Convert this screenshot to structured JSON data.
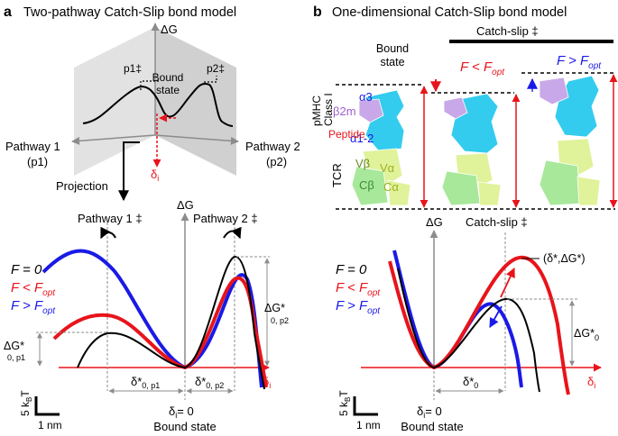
{
  "panel_a": {
    "letter": "a",
    "title": "Two-pathway Catch-Slip bond model",
    "energy_axis": "ΔG",
    "p1_label": "p1‡",
    "p2_label": "p2‡",
    "bound_state_line1": "Bound",
    "bound_state_line2": "state",
    "pathway1_line1": "Pathway 1",
    "pathway1_line2": "(p1)",
    "pathway2_line1": "Pathway 2",
    "pathway2_line2": "(p2)",
    "delta_label": "δ",
    "delta_sub": "i",
    "projection_label": "Projection",
    "pathway1_ts": "Pathway 1 ‡",
    "pathway2_ts": "Pathway 2 ‡",
    "dG_axis": "ΔG",
    "legend": [
      {
        "text": "F = 0",
        "color": "#000000"
      },
      {
        "text": "F < F",
        "sub": "opt",
        "color": "#e8141b"
      },
      {
        "text": "F > F",
        "sub": "opt",
        "color": "#1a1ae6"
      }
    ],
    "dG_p1": "ΔG*",
    "dG_p1_sub": "0, p1",
    "dG_p2": "ΔG*",
    "dG_p2_sub": "0, p2",
    "delta_p1": "δ*",
    "delta_p1_sub": "0, p1",
    "delta_p2": "δ*",
    "delta_p2_sub": "0, p2",
    "delta_zero": "= 0",
    "bound_state": "Bound state",
    "scale_energy": "5 k",
    "scale_energy_sub": "B",
    "scale_energy_tail": "T",
    "scale_length": "1 nm"
  },
  "panel_b": {
    "letter": "b",
    "title": "One-dimensional Catch-Slip bond model",
    "catch_slip_header": "Catch-slip ‡",
    "bound_state_line1": "Bound",
    "bound_state_line2": "state",
    "f_less": "F < F",
    "f_less_sub": "opt",
    "f_greater": "F > F",
    "f_greater_sub": "opt",
    "pmhc": "pMHC",
    "class1": "Class I",
    "peptide": "Peptide",
    "tcr": "TCR",
    "a3": "α3",
    "b2m": "β2m",
    "a12": "α1-2",
    "vb": "Vβ",
    "va": "Vα",
    "cb": "Cβ",
    "ca": "Cα",
    "dG_axis": "ΔG",
    "catch_slip_ts": "Catch-slip ‡",
    "ts_coord": "(δ*,ΔG*)",
    "legend": [
      {
        "text": "F = 0",
        "color": "#000000"
      },
      {
        "text": "F < F",
        "sub": "opt",
        "color": "#e8141b"
      },
      {
        "text": "F > F",
        "sub": "opt",
        "color": "#1a1ae6"
      }
    ],
    "dG0": "ΔG*",
    "dG0_sub": "0",
    "delta0": "δ*",
    "delta0_sub": "0",
    "delta_label": "δ",
    "delta_sub": "i",
    "delta_zero": "= 0",
    "bound_state": "Bound state",
    "scale_energy": "5 k",
    "scale_energy_sub": "B",
    "scale_energy_tail": "T",
    "scale_length": "1 nm"
  },
  "colors": {
    "black": "#000000",
    "red": "#e8141b",
    "blue": "#1a1ae6",
    "grey": "#8c8c8c",
    "cyan": "#33ccee",
    "purple": "#c8a8e8",
    "yellowgreen": "#e0f29a",
    "green": "#a8e89a"
  }
}
